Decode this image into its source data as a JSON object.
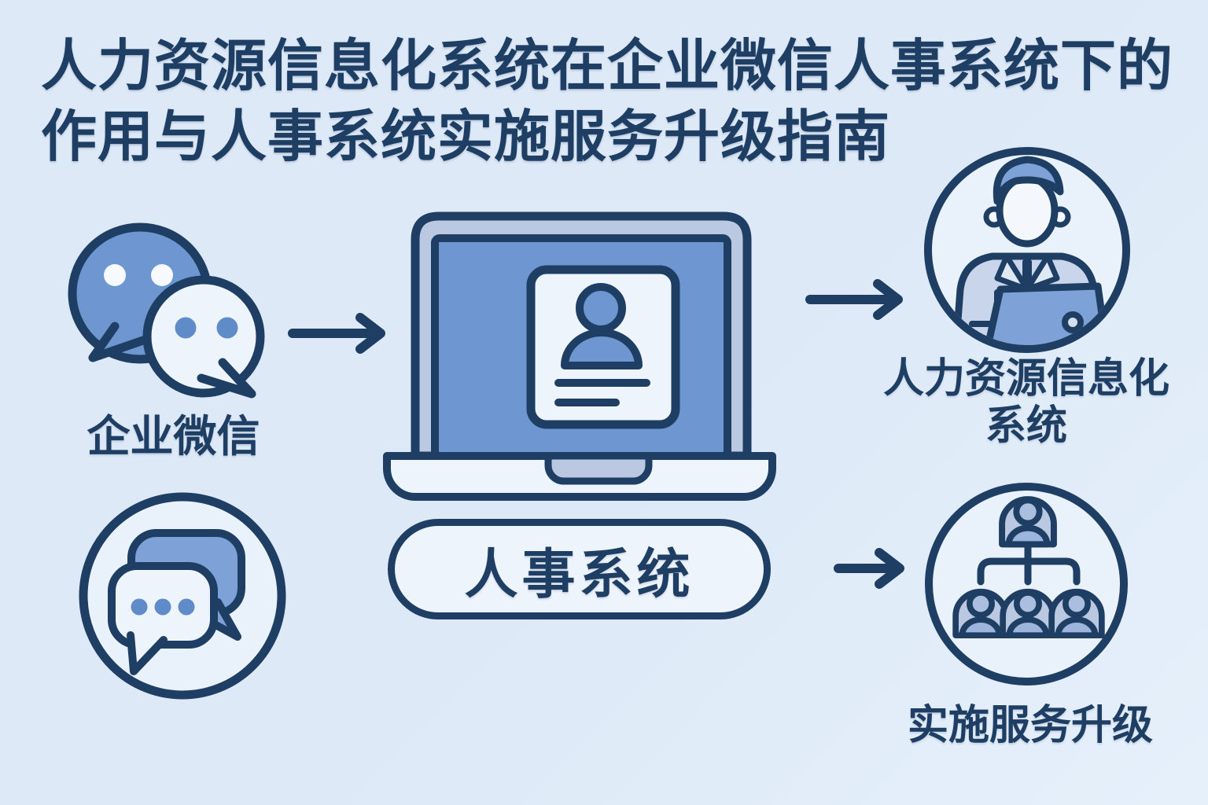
{
  "title": {
    "line1": "人力资源信息化系统在企业微信人事系统下的",
    "line2": "作用与人事系统实施服务升级指南"
  },
  "nodes": {
    "wechat": {
      "label": "企业微信",
      "icon": "enterprise-wechat-bubbles-icon"
    },
    "chat_circle": {
      "icon": "chat-bubbles-circle-icon"
    },
    "laptop": {
      "icon": "laptop-profile-card-icon"
    },
    "personnel_system": {
      "label": "人事系统"
    },
    "hris": {
      "label_line1": "人力资源信息化",
      "label_line2": "系统",
      "icon": "person-at-laptop-icon"
    },
    "implementation": {
      "label": "实施服务升级",
      "icon": "org-chart-icon"
    }
  },
  "flows": [
    {
      "from": "wechat",
      "to": "laptop",
      "icon": "arrow-right-icon"
    },
    {
      "from": "laptop",
      "to": "hris",
      "icon": "arrow-right-icon"
    },
    {
      "from": "personnel_system",
      "to": "implementation",
      "icon": "arrow-right-icon"
    }
  ],
  "colors": {
    "background": "#dde9f7",
    "background_edge": "#e6f0fb",
    "navy": "#1f3e63",
    "ring": "#2b4d79",
    "mid_blue": "#6e97d1",
    "soft_blue": "#7ea2d7",
    "light_slate": "#bac8e1",
    "torso": "#c9d5ea",
    "collar": "#dfe8f5",
    "pale": "#eef4fc",
    "circle_fill": "#e9f1fa",
    "dot_blue": "#5f8cc9",
    "head_fill": "#aabfe0",
    "shoulder_fill": "#9db5dc",
    "face": "#f4f8fd",
    "lid_dot": "#d3deee"
  }
}
